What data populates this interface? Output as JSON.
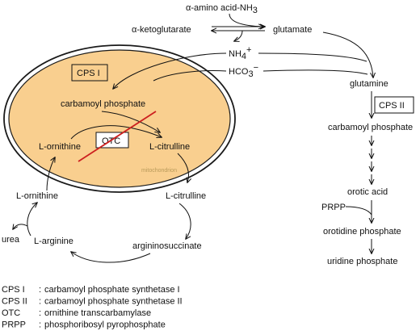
{
  "colors": {
    "matrix": "#f9cf8f",
    "membrane": "#1a1a1a",
    "block_line": "#cc1f1f"
  },
  "top": {
    "amino_acid": "α-amino acid-NH",
    "amino_acid_sub": "3",
    "ketoglutarate": "α-ketoglutarate",
    "glutamate": "glutamate",
    "nh4": "NH",
    "nh4_sub": "4",
    "nh4_sup": "+",
    "hco3": "HCO",
    "hco3_sub": "3",
    "hco3_sup": "−"
  },
  "mito": {
    "cps1": "CPS I",
    "carbamoyl_phosphate": "carbamoyl phosphate",
    "ornithine": "L-ornithine",
    "otc": "OTC",
    "citrulline": "L-citrulline",
    "label": "mitochondrion"
  },
  "cytosol": {
    "ornithine": "L-ornithine",
    "citrulline": "L-citrulline",
    "urea": "urea",
    "arginine": "L-arginine",
    "argininosuccinate": "argininosuccinate"
  },
  "pyrimidine": {
    "glutamine": "glutamine",
    "cps2": "CPS II",
    "carbamoyl_phosphate": "carbamoyl phosphate",
    "orotic_acid": "orotic acid",
    "prpp": "PRPP",
    "orotidine": "orotidine phosphate",
    "uridine": "uridine phosphate"
  },
  "legend": [
    {
      "abbr": "CPS I",
      "sep": ":",
      "full": "carbamoyl phosphate synthetase I"
    },
    {
      "abbr": "CPS II",
      "sep": ":",
      "full": "carbamoyl phosphate synthetase II"
    },
    {
      "abbr": "OTC",
      "sep": ":",
      "full": "ornithine transcarbamylase"
    },
    {
      "abbr": "PRPP",
      "sep": ":",
      "full": "phosphoribosyl pyrophosphate"
    }
  ]
}
